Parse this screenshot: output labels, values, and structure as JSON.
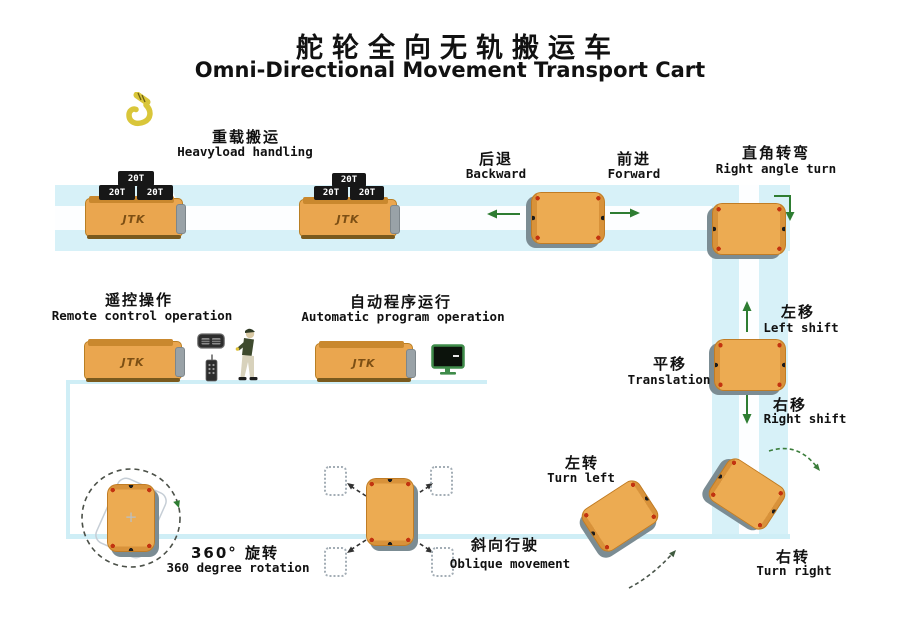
{
  "title": {
    "zh": "舵轮全向无轨搬运车",
    "en": "Omni-Directional Movement Transport Cart"
  },
  "brand": "JTK",
  "weight_label": "20T",
  "rotation_center_mark": "+",
  "sections": {
    "heavy": {
      "zh": "重载搬运",
      "en": "Heavyload handling"
    },
    "backward": {
      "zh": "后退",
      "en": "Backward"
    },
    "forward": {
      "zh": "前进",
      "en": "Forward"
    },
    "right_angle_turn": {
      "zh": "直角转弯",
      "en": "Right angle turn"
    },
    "left_shift": {
      "zh": "左移",
      "en": "Left shift"
    },
    "translation": {
      "zh": "平移",
      "en": "Translation"
    },
    "right_shift": {
      "zh": "右移",
      "en": "Right shift"
    },
    "remote_control": {
      "zh": "遥控操作",
      "en": "Remote control operation"
    },
    "auto_program": {
      "zh": "自动程序运行",
      "en": "Automatic program operation"
    },
    "rotation_360": {
      "zh": "360° 旋转",
      "en": "360 degree rotation"
    },
    "oblique": {
      "zh": "斜向行驶",
      "en": "Oblique movement"
    },
    "turn_left": {
      "zh": "左转",
      "en": "Turn left"
    },
    "turn_right": {
      "zh": "右转",
      "en": "Turn right"
    }
  },
  "colors": {
    "track_cyan": "#d7f1f8",
    "track_stripe": "#fdfeff",
    "cart_orange": "#ecab52",
    "cart_shadow": "#7b8c93",
    "arrow_green": "#2e7d32",
    "weight_black": "#171717",
    "hook_yellow": "#d9c63a"
  }
}
